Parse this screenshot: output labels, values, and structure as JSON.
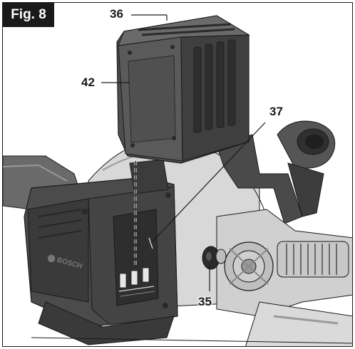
{
  "figure": {
    "label": "Fig. 8",
    "callouts": [
      {
        "id": "36",
        "text": "36"
      },
      {
        "id": "42",
        "text": "42"
      },
      {
        "id": "37",
        "text": "37"
      },
      {
        "id": "35",
        "text": "35"
      }
    ],
    "colors": {
      "ink": "#1a1a1a",
      "housing": "#4d4d4d",
      "housing_dark": "#2b2b2b",
      "housing_light": "#7a7a7a",
      "metal": "#d6d6d6",
      "metal_shade": "#b5b5b5"
    }
  }
}
